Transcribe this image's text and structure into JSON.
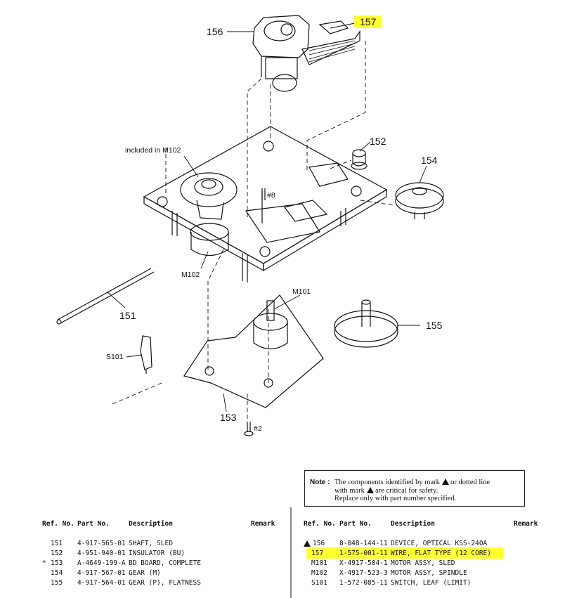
{
  "callouts": {
    "c157": "157",
    "c156": "156",
    "c152": "152",
    "c154": "154",
    "included": "included in M102",
    "screw8": "#8",
    "m102": "M102",
    "c151": "151",
    "m101": "M101",
    "c155": "155",
    "s101": "S101",
    "c153": "153",
    "screw2": "#2"
  },
  "note": {
    "key": "Note :",
    "line1": "The components identified by mark",
    "line1b": "or dotted line",
    "line2a": "with mark",
    "line2b": "are critical for safety.",
    "line3": "Replace only with part number specified."
  },
  "headers": {
    "ref": "Ref. No.",
    "part": "Part No.",
    "desc": "Description",
    "remark": "Remark"
  },
  "left_rows": [
    {
      "mark": "",
      "ref": "151",
      "part": "4-917-565-01",
      "desc": "SHAFT, SLED"
    },
    {
      "mark": "",
      "ref": "152",
      "part": "4-951-940-01",
      "desc": "INSULATOR (BU)"
    },
    {
      "mark": "*",
      "ref": "153",
      "part": "A-4649-199-A",
      "desc": "BD BOARD, COMPLETE"
    },
    {
      "mark": "",
      "ref": "154",
      "part": "4-917-567-01",
      "desc": "GEAR (M)"
    },
    {
      "mark": "",
      "ref": "155",
      "part": "4-917-564-01",
      "desc": "GEAR (P), FLATNESS"
    }
  ],
  "right_rows": [
    {
      "ref": "156",
      "part": "8-848-144-11",
      "desc": "DEVICE, OPTICAL KSS-240A"
    },
    {
      "ref": "157",
      "part": "1-575-001-11",
      "desc": "WIRE, FLAT TYPE (12 CORE)"
    },
    {
      "ref": "M101",
      "part": "X-4917-504-1",
      "desc": "MOTOR ASSY, SLED"
    },
    {
      "ref": "M102",
      "part": "X-4917-523-3",
      "desc": "MOTOR ASSY, SPINDLE"
    },
    {
      "ref": "S101",
      "part": "1-572-085-11",
      "desc": "SWITCH, LEAF (LIMIT)"
    }
  ],
  "colors": {
    "highlight": "#ffff2e",
    "ink": "#111111"
  }
}
